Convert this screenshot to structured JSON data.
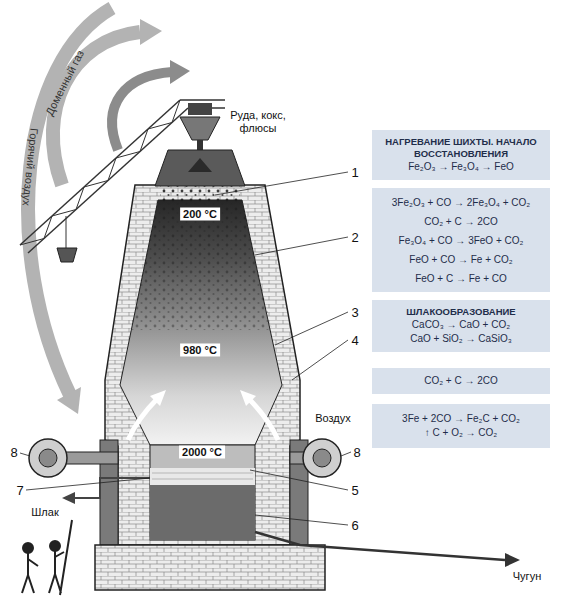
{
  "diagram": {
    "nodes": [
      {
        "text": [
          "НАГРЕВАНИЕ ШИХТЫ. НАЧАЛО ВОССТАНОВЛЕНИЯ",
          "Fe₂O₃ → Fe₃O₄ → FeO"
        ]
      },
      {
        "text": [
          "3Fe₂O₃ + CO → 2Fe₃O₄ + CO₂",
          "CO₂ + C → 2CO",
          "Fe₃O₄ + CO → 3FeO + CO₂",
          "FeO + CO → Fe + CO₂",
          "FeO + C → Fe + CO"
        ]
      },
      {
        "text": [
          "ШЛАКООБРАЗОВАНИЕ",
          "CaCO₃ → CaO + CO₂",
          "CaO + SiO₂ → CaSiO₃"
        ]
      },
      {
        "text": [
          "CO₂ + C → 2CO"
        ]
      },
      {
        "text": [
          "3Fe + 2CO → Fe₂C + CO₂",
          "↑ C + O₂ → CO₂"
        ]
      }
    ],
    "labels": [
      "Доменный газ",
      "Горячий воздух",
      "Руда, кокс, флюсы",
      "1",
      "2",
      "200 °C",
      "3",
      "980 °C",
      "4",
      "Воздух",
      "8",
      "8",
      "2000 °C",
      "7",
      "5",
      "6",
      "Шлак",
      "Чугун"
    ]
  }
}
